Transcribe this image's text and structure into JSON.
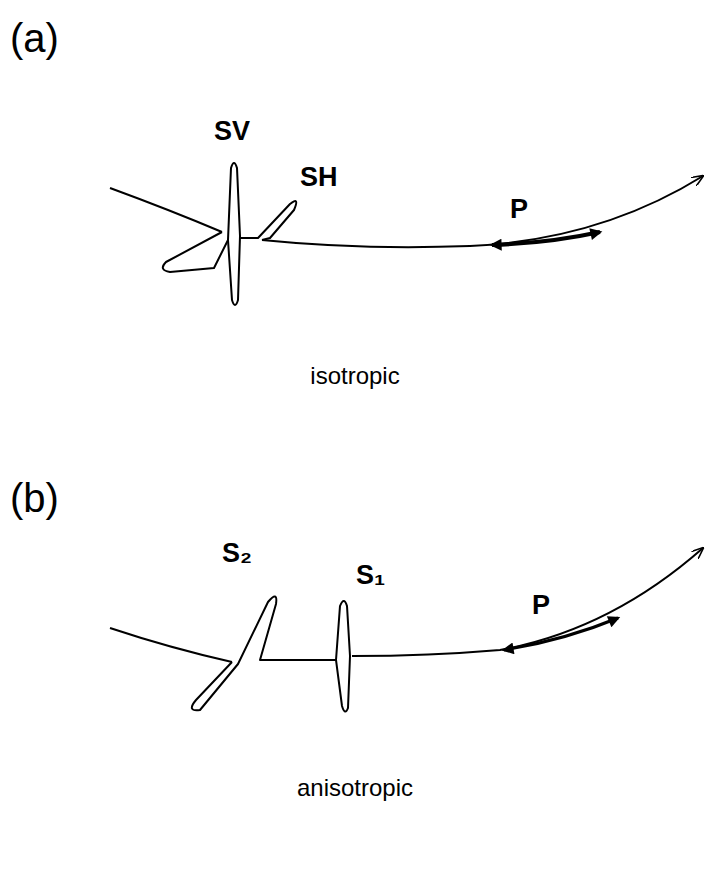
{
  "diagram": {
    "labels": [
      "(a)",
      "SV",
      "SH",
      "P",
      "isotropic",
      "(b)",
      "S₂",
      "S₁",
      "P",
      "anisotropic"
    ]
  }
}
